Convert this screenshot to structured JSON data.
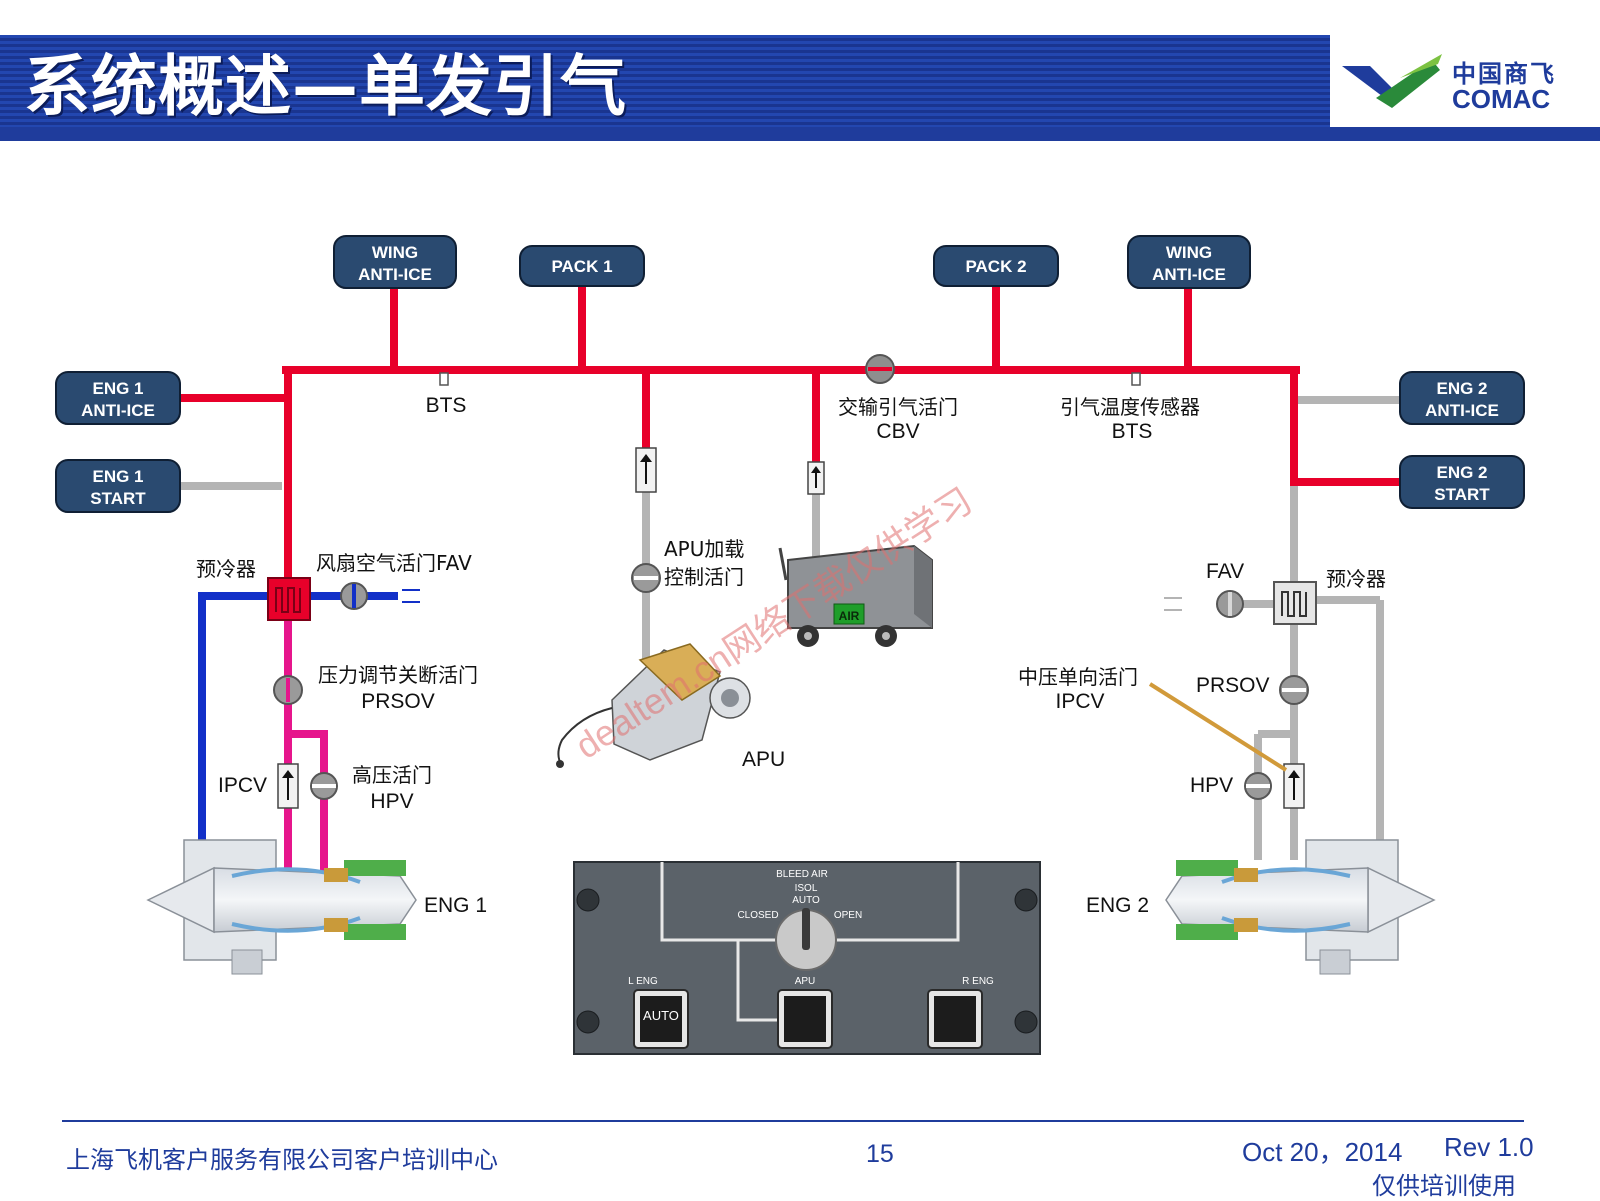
{
  "header": {
    "title": "系统概述—单发引气",
    "logo_cn": "中国商飞",
    "logo_en": "COMAC"
  },
  "boxes": {
    "wing_left": [
      "WING",
      "ANTI-ICE"
    ],
    "pack1": "PACK 1",
    "pack2": "PACK 2",
    "wing_right": [
      "WING",
      "ANTI-ICE"
    ],
    "eng1_anti": [
      "ENG 1",
      "ANTI-ICE"
    ],
    "eng1_start": [
      "ENG 1",
      "START"
    ],
    "eng2_anti": [
      "ENG 2",
      "ANTI-ICE"
    ],
    "eng2_start": [
      "ENG 2",
      "START"
    ]
  },
  "labels": {
    "bts_left": "BTS",
    "cbv_cn": "交输引气活门",
    "cbv": "CBV",
    "bts_cn": "引气温度传感器",
    "bts_right": "BTS",
    "apu_valve_1": "APU加载",
    "apu_valve_2": "控制活门",
    "precooler_left": "预冷器",
    "fav_left": "风扇空气活门FAV",
    "prsov_left_cn": "压力调节关断活门",
    "prsov_left": "PRSOV",
    "ipcv_left": "IPCV",
    "hpv_left_cn": "高压活门",
    "hpv_left": "HPV",
    "eng1": "ENG 1",
    "apu": "APU",
    "air_cart": "AIR",
    "fav_right": "FAV",
    "precooler_right": "预冷器",
    "ipcv_right_cn": "中压单向活门",
    "ipcv_right": "IPCV",
    "prsov_right": "PRSOV",
    "hpv_right": "HPV",
    "eng2": "ENG 2"
  },
  "panel": {
    "title": "BLEED AIR",
    "isol": "ISOL",
    "auto": "AUTO",
    "closed": "CLOSED",
    "open": "OPEN",
    "l_eng": "L ENG",
    "apu": "APU",
    "r_eng": "R ENG",
    "button_auto": "AUTO"
  },
  "watermark": "dealtem.cn网络下载仅供学习",
  "footer": {
    "org": "上海飞机客户服务有限公司客户培训中心",
    "page": "15",
    "date": "Oct 20，2014",
    "rev": "Rev 1.0",
    "note": "仅供培训使用"
  },
  "colors": {
    "header_blue": "#1f3c9c",
    "bleed_red": "#e8002a",
    "fan_blue": "#1230c8",
    "hp_magenta": "#e6158c",
    "inactive_gray": "#b4b4b4",
    "box_navy": "#2a4a70"
  }
}
